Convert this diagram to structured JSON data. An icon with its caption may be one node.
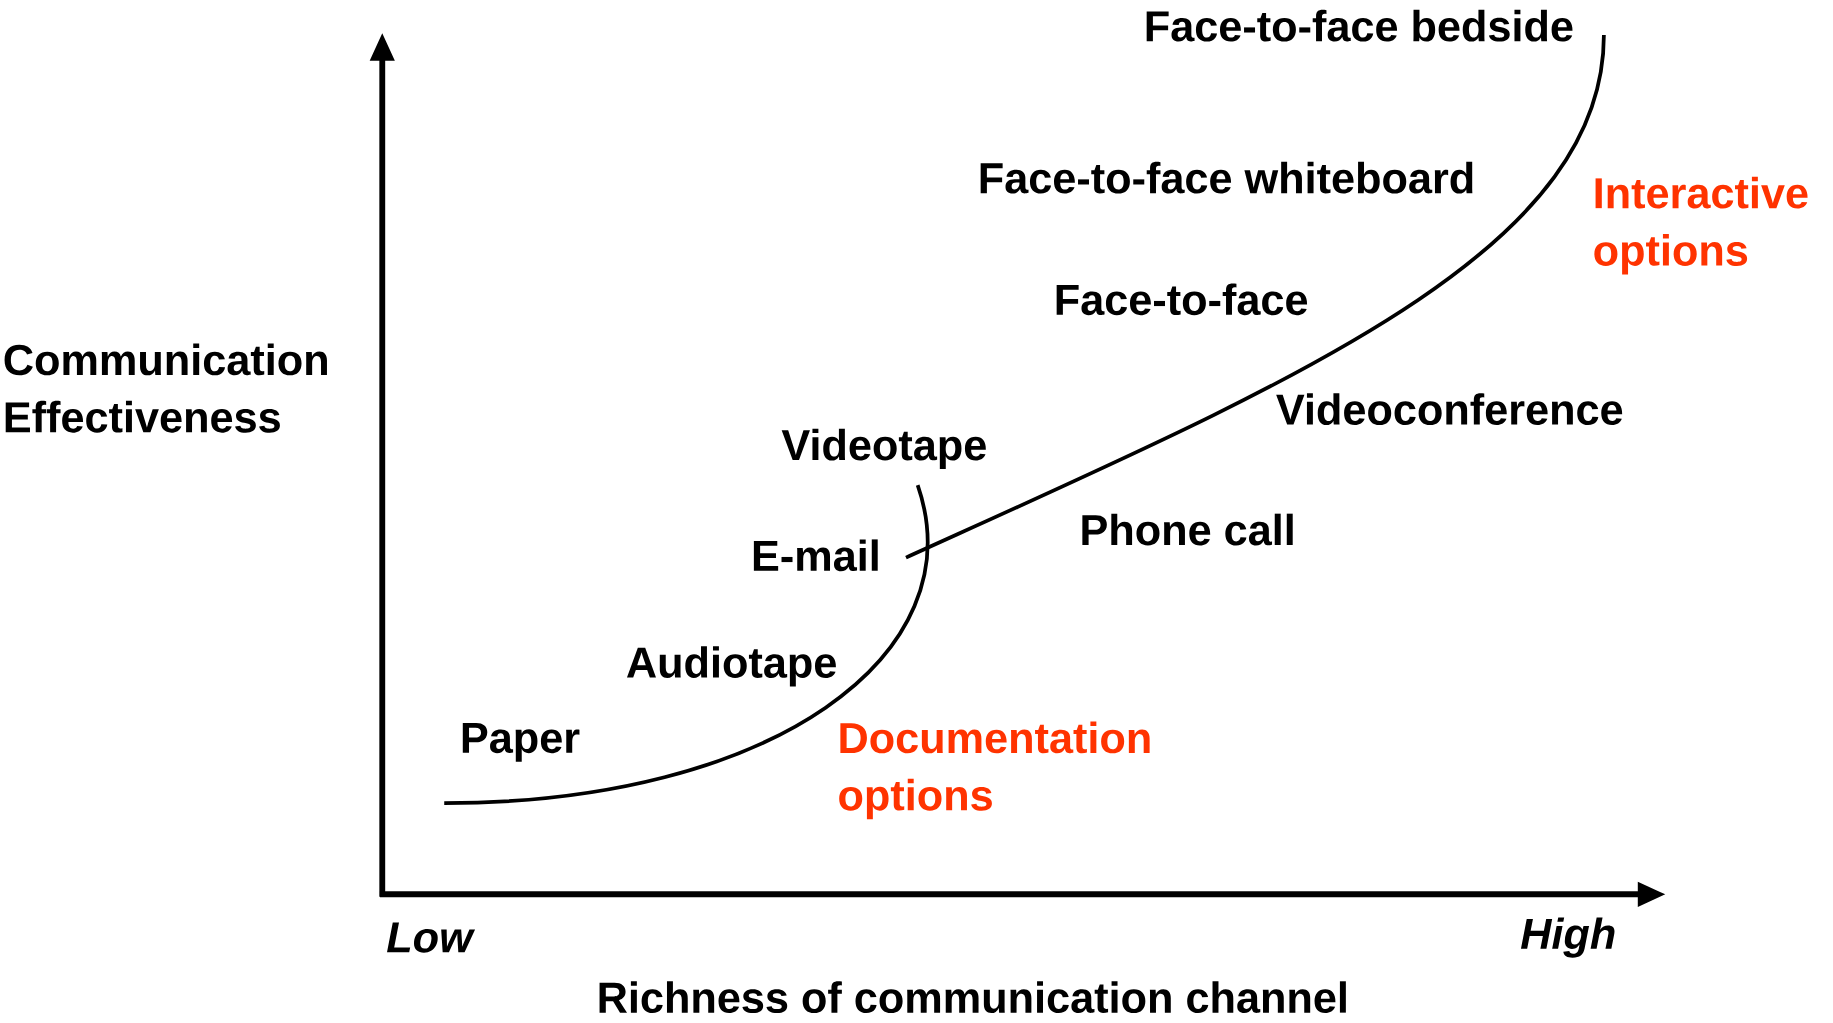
{
  "diagram": {
    "labels": [
      "Face-to-face bedside",
      "Face-to-face whiteboard",
      "Interactive options",
      "Face-to-face",
      "Communication Effectiveness",
      "Videoconference",
      "Videotape",
      "Phone call",
      "E-mail",
      "Audiotape",
      "Paper",
      "Documentation options",
      "Low",
      "High",
      "Richness of communication channel"
    ]
  }
}
